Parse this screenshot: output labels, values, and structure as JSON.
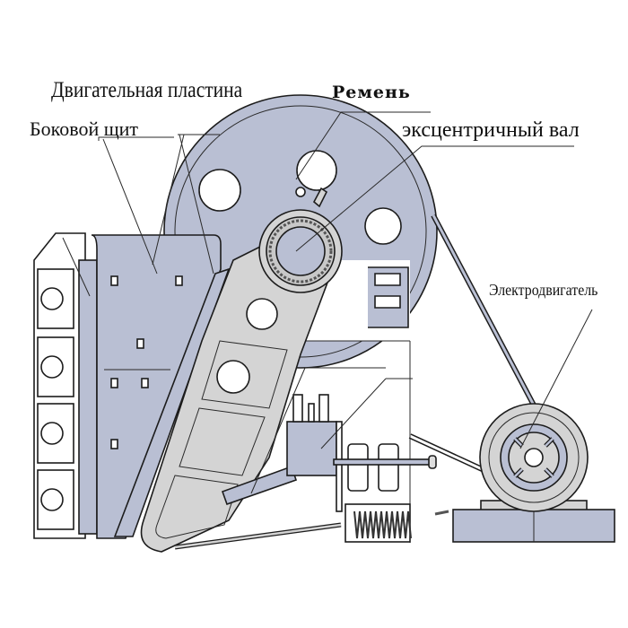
{
  "diagram": {
    "type": "labeled-technical-illustration",
    "subject": "jaw crusher",
    "labels": {
      "motor_plate": "Двигательная пластина",
      "side_guard": "Боковой щит",
      "belt": "Ремень",
      "eccentric_shaft": "эксцентричный вал",
      "electric_motor": "Электродвигатель"
    },
    "colors": {
      "body_blue": "#b9bfd3",
      "body_gray": "#d4d4d4",
      "outline": "#1c1c1c",
      "background": "#ffffff"
    }
  }
}
